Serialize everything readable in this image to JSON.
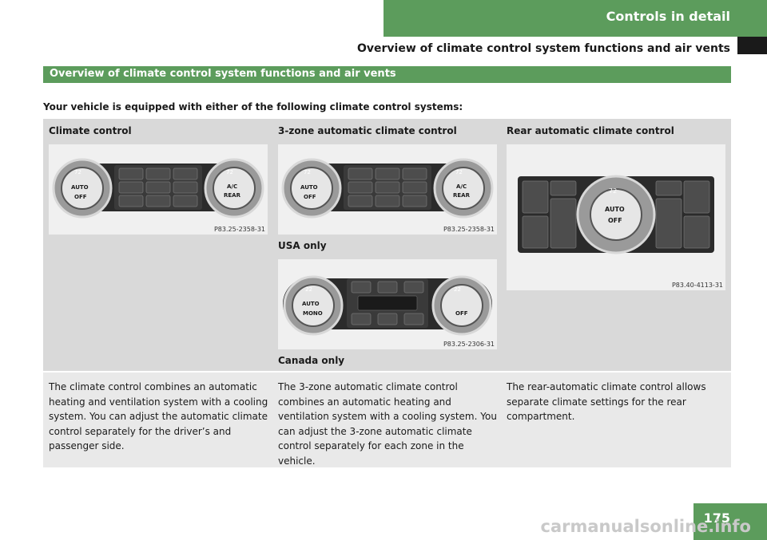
{
  "header": {
    "tab_title": "Controls in detail",
    "subtitle": "Overview of climate control system functions and air vents"
  },
  "section": {
    "bar_title": "Overview of climate control system functions and air vents",
    "intro": "Your vehicle is equipped with either of the following climate control systems:"
  },
  "table": {
    "columns": [
      {
        "heading": "Climate control",
        "panels": [
          {
            "code": "P83.25-2358-31",
            "knob_left": [
              "72",
              "AUTO",
              "OFF"
            ],
            "knob_right": [
              "72",
              "A/C",
              "REAR"
            ]
          }
        ],
        "description": "The climate control combines an automatic heating and ventilation system with a cooling system. You can adjust the automatic climate control separately for the driver’s and passenger side."
      },
      {
        "heading": "3-zone automatic climate control",
        "panels": [
          {
            "code": "P83.25-2358-31",
            "caption": "USA only",
            "knob_left": [
              "72",
              "AUTO",
              "OFF"
            ],
            "knob_right": [
              "72",
              "A/C",
              "REAR"
            ]
          },
          {
            "code": "P83.25-2306-31",
            "caption": "Canada only",
            "knob_left": [
              "22",
              "AUTO",
              "MONO"
            ],
            "knob_right": [
              "22",
              "",
              "OFF"
            ]
          }
        ],
        "description": "The 3-zone automatic climate control combines an automatic heating and ventilation system with a cooling system. You can adjust the 3-zone automatic climate control separately for each zone in the vehicle."
      },
      {
        "heading": "Rear automatic climate control",
        "panels": [
          {
            "code": "P83.40-4113-31",
            "knob": [
              "72",
              "AUTO",
              "OFF"
            ]
          }
        ],
        "description": "The rear-automatic climate control allows separate climate settings for the rear compartment."
      }
    ]
  },
  "page_number": "175",
  "watermark": "carmanualsonline.info",
  "colors": {
    "accent_green": "#5c9c5c",
    "table_dark": "#d9d9d9",
    "table_light": "#e9e9e9"
  }
}
